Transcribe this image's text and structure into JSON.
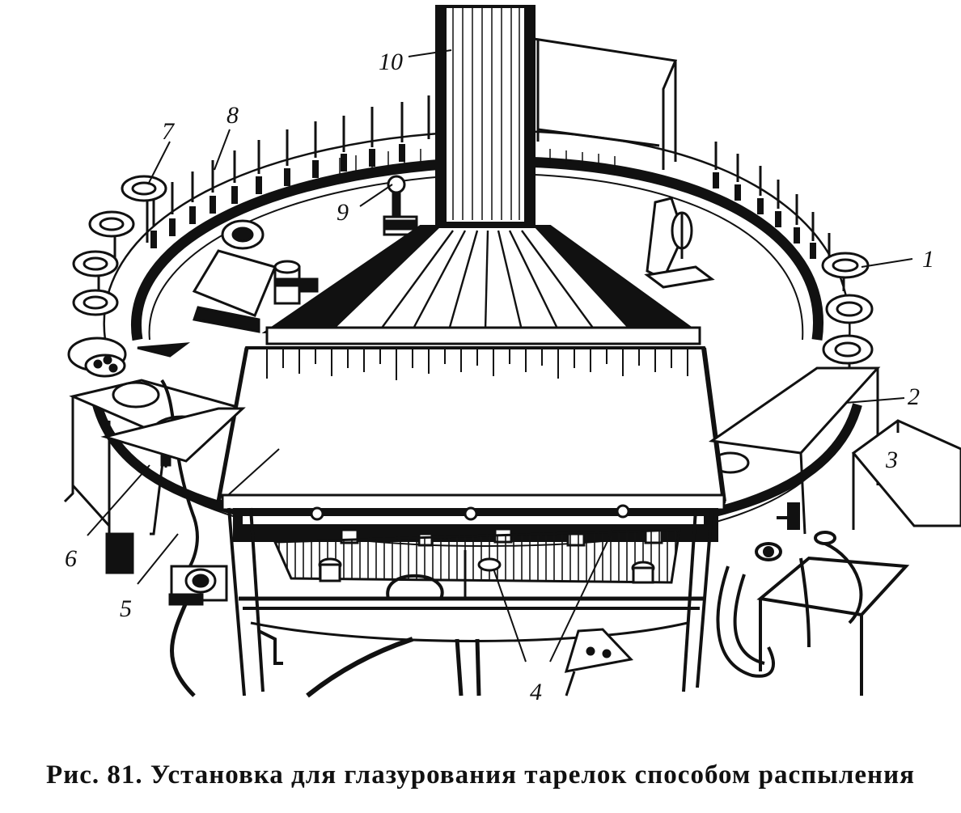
{
  "figure": {
    "caption": "Рис. 81. Установка для глазурования тарелок способом распыления",
    "callouts": [
      {
        "id": "1",
        "text": "1"
      },
      {
        "id": "2",
        "text": "2"
      },
      {
        "id": "3",
        "text": "3"
      },
      {
        "id": "4",
        "text": "4"
      },
      {
        "id": "5",
        "text": "5"
      },
      {
        "id": "6",
        "text": "6"
      },
      {
        "id": "7",
        "text": "7"
      },
      {
        "id": "8",
        "text": "8"
      },
      {
        "id": "9",
        "text": "9"
      },
      {
        "id": "10",
        "text": "10"
      }
    ]
  },
  "colors": {
    "ink": "#111111",
    "paper": "#ffffff",
    "shade": "#3a3a3a"
  }
}
